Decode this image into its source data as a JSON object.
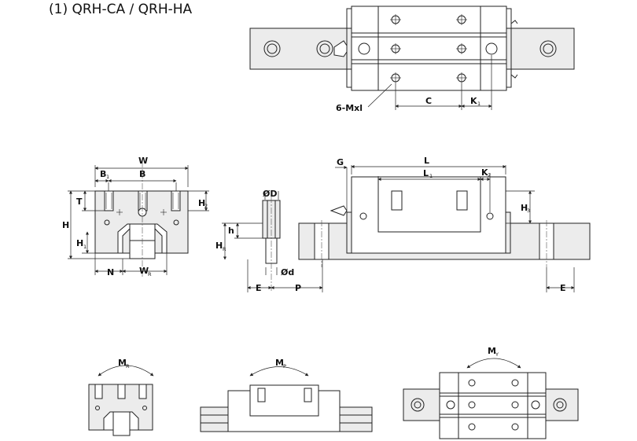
{
  "title": "(1) QRH-CA / QRH-HA",
  "top_view": {
    "labels": {
      "mount_holes": "6-Mxl",
      "c": "C",
      "k1": "K",
      "k1_sub": "1"
    }
  },
  "front_view": {
    "labels": {
      "w": "W",
      "b1": "B",
      "b1_sub": "1",
      "b": "B",
      "t": "T",
      "h": "H",
      "h2": "H",
      "h2_sub": "2",
      "h1": "H",
      "h1_sub": "1",
      "n": "N",
      "wr": "W",
      "wr_sub": "R"
    }
  },
  "rail_section": {
    "labels": {
      "od": "ØD",
      "h": "h",
      "hr": "H",
      "hr_sub": "R",
      "od_small": "Ød",
      "e": "E",
      "p": "P"
    }
  },
  "side_view": {
    "labels": {
      "g": "G",
      "l": "L",
      "l1": "L",
      "l1_sub": "1",
      "k2": "K",
      "k2_sub": "2",
      "h3": "H",
      "h3_sub": "3",
      "e": "E"
    }
  },
  "moments": {
    "mr": {
      "label": "M",
      "sub": "R"
    },
    "mp": {
      "label": "M",
      "sub": "P"
    },
    "my": {
      "label": "M",
      "sub": "Y"
    }
  }
}
